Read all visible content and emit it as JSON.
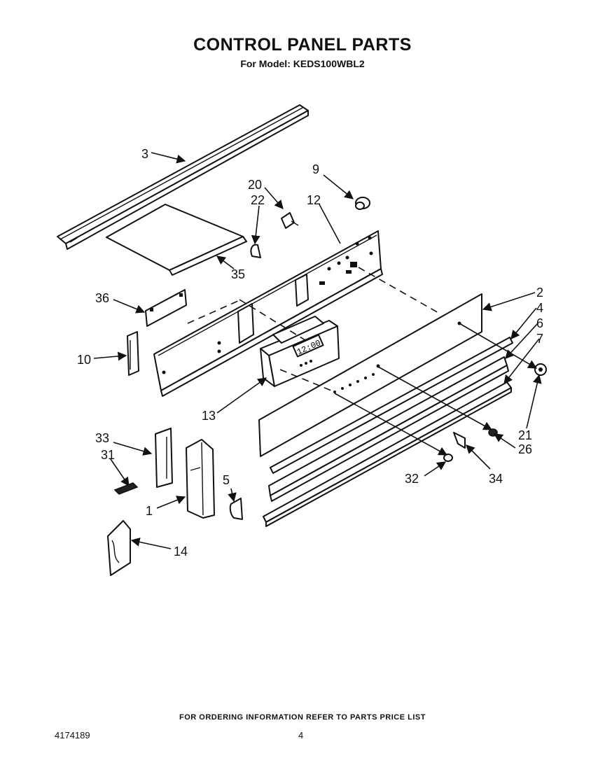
{
  "header": {
    "title": "CONTROL PANEL PARTS",
    "subtitle": "For Model: KEDS100WBL2"
  },
  "footer": {
    "ordering_note": "FOR ORDERING INFORMATION REFER TO PARTS PRICE LIST",
    "document_number": "4174189",
    "page_number": "4"
  },
  "display_readout": "12:00",
  "callouts": [
    {
      "id": "c3",
      "label": "3"
    },
    {
      "id": "c9",
      "label": "9"
    },
    {
      "id": "c20",
      "label": "20"
    },
    {
      "id": "c22",
      "label": "22"
    },
    {
      "id": "c12",
      "label": "12"
    },
    {
      "id": "c35",
      "label": "35"
    },
    {
      "id": "c36",
      "label": "36"
    },
    {
      "id": "c10",
      "label": "10"
    },
    {
      "id": "c13",
      "label": "13"
    },
    {
      "id": "c2",
      "label": "2"
    },
    {
      "id": "c4",
      "label": "4"
    },
    {
      "id": "c6",
      "label": "6"
    },
    {
      "id": "c7",
      "label": "7"
    },
    {
      "id": "c21",
      "label": "21"
    },
    {
      "id": "c26",
      "label": "26"
    },
    {
      "id": "c33",
      "label": "33"
    },
    {
      "id": "c31",
      "label": "31"
    },
    {
      "id": "c5",
      "label": "5"
    },
    {
      "id": "c1",
      "label": "1"
    },
    {
      "id": "c32",
      "label": "32"
    },
    {
      "id": "c34",
      "label": "34"
    },
    {
      "id": "c14",
      "label": "14"
    }
  ]
}
